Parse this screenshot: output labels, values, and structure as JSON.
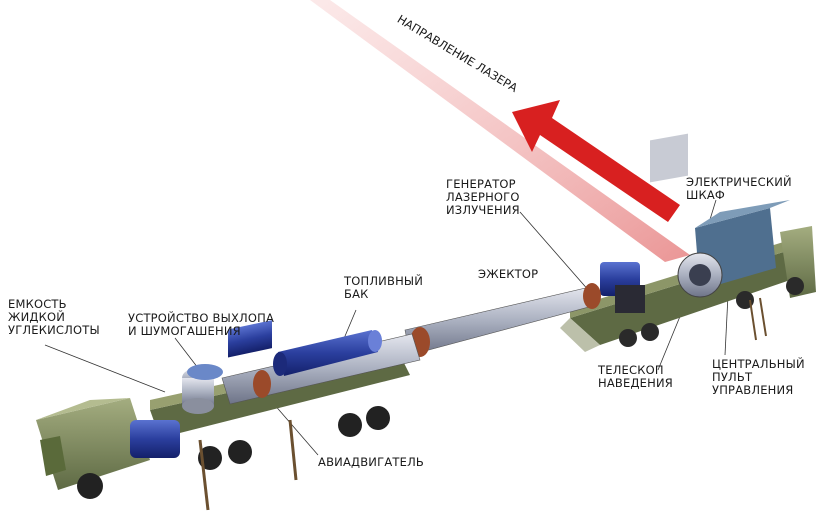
{
  "labels": {
    "laser_direction": "НАПРАВЛЕНИЕ ЛАЗЕРА",
    "co2_tank": "ЕМКОСТЬ\nЖИДКОЙ\nУГЛЕКИСЛОТЫ",
    "exhaust_device": "УСТРОЙСТВО ВЫХЛОПА\nИ ШУМОГАШЕНИЯ",
    "fuel_tank": "ТОПЛИВНЫЙ\nБАК",
    "ejector": "ЭЖЕКТОР",
    "laser_generator": "ГЕНЕРАТОР\nЛАЗЕРНОГО\nИЗЛУЧЕНИЯ",
    "electric_cabinet": "ЭЛЕКТРИЧЕСКИЙ\nШКАФ",
    "aviation_engine": "АВИАДВИГАТЕЛЬ",
    "pointing_telescope": "ТЕЛЕСКОП\nНАВЕДЕНИЯ",
    "control_panel": "ЦЕНТРАЛЬНЫЙ\nПУЛЬТ\nУПРАВЛЕНИЯ"
  },
  "colors": {
    "vehicle_olive": "#7f8c5e",
    "tank_blue": "#2b3f9e",
    "pipe_gray": "#b8bcc8",
    "laser_arrow": "#d82020",
    "cabin_blue": "#4f6f8f"
  }
}
